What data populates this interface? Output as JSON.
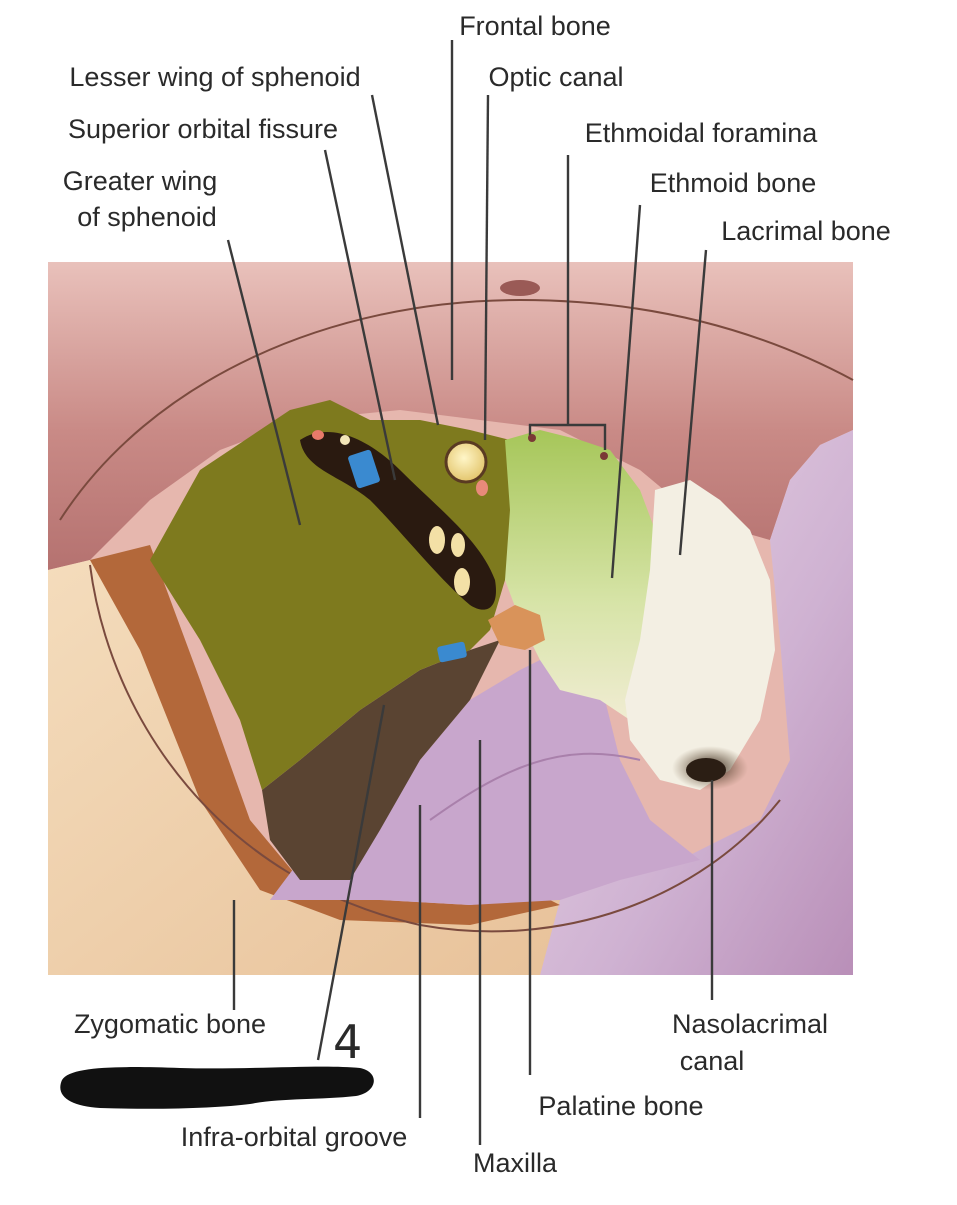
{
  "labels": {
    "frontal_bone": "Frontal bone",
    "lesser_wing_of_sphenoid": "Lesser wing of sphenoid",
    "optic_canal": "Optic canal",
    "superior_orbital_fissure": "Superior orbital fissure",
    "ethmoidal_foramina": "Ethmoidal foramina",
    "greater_wing_line1": "Greater wing",
    "greater_wing_line2": "of sphenoid",
    "ethmoid_bone": "Ethmoid bone",
    "lacrimal_bone": "Lacrimal bone",
    "zygomatic_bone": "Zygomatic bone",
    "nasolacrimal_line1": "Nasolacrimal",
    "nasolacrimal_line2": "canal",
    "palatine_bone": "Palatine bone",
    "infra_orbital_groove": "Infra-orbital groove",
    "maxilla": "Maxilla"
  },
  "handwritten_number": "4",
  "colors": {
    "frontal_bone": "#c98a86",
    "greater_wing_of_sphenoid": "#7e7a1e",
    "ethmoid_bone": "#b6d07a",
    "lacrimal_bone": "#f3efe3",
    "maxilla": "#c8a6cc",
    "zygomatic_bone": "#eccaa2",
    "palatine_bone": "#d9935a",
    "infra_orbital_groove": "#5a4432"
  }
}
